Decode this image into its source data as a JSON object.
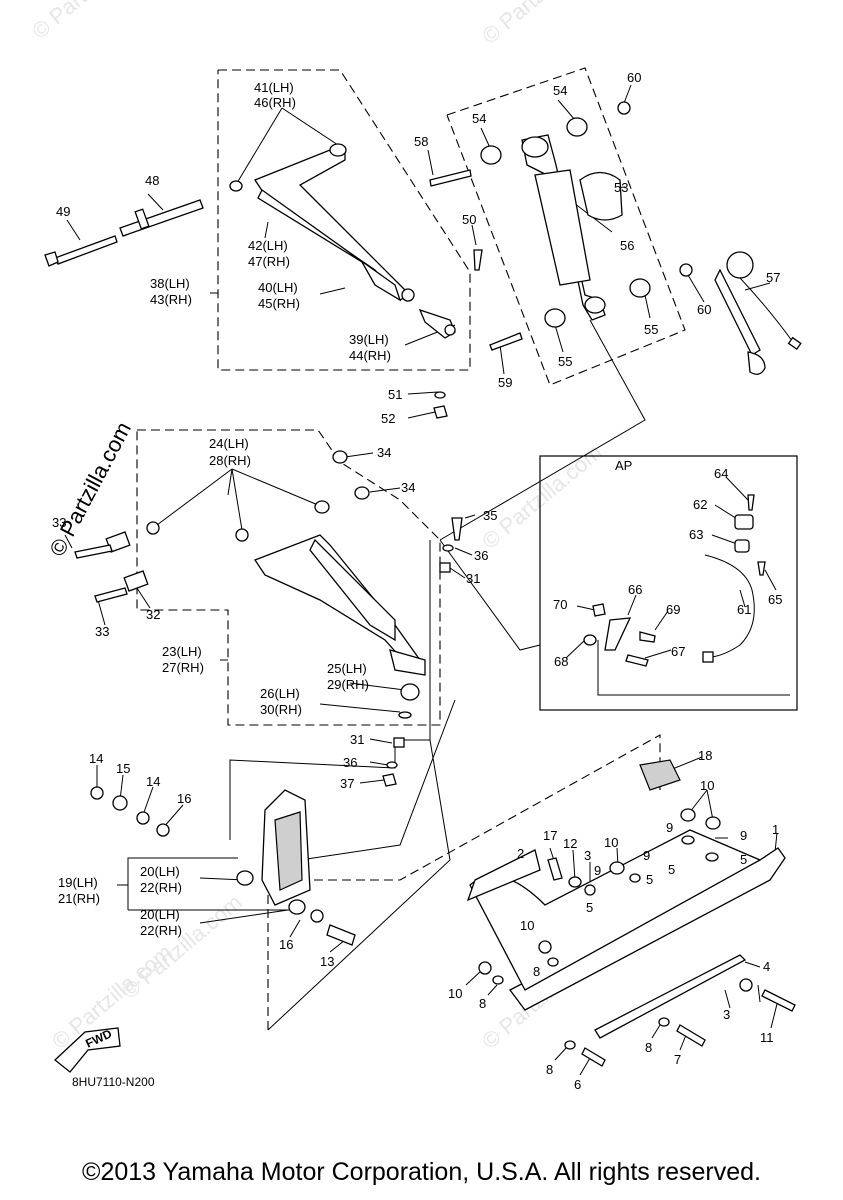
{
  "watermark": "© Partzilla.com",
  "watermark_main": "© Partzilla.com",
  "part_code": "8HU7110-N200",
  "fwd_label": "FWD",
  "ap_label": "AP",
  "copyright": "©2013 Yamaha Motor Corporation, U.S.A. All rights reserved.",
  "callouts": {
    "c1": "1",
    "c2": "2",
    "c3a": "3",
    "c3b": "3",
    "c4": "4",
    "c5a": "5",
    "c5b": "5",
    "c5c": "5",
    "c5d": "5",
    "c6": "6",
    "c7": "7",
    "c8a": "8",
    "c8b": "8",
    "c8c": "8",
    "c8d": "8",
    "c9a": "9",
    "c9b": "9",
    "c9c": "9",
    "c9d": "9",
    "c10a": "10",
    "c10b": "10",
    "c10c": "10",
    "c10d": "10",
    "c11": "11",
    "c12": "12",
    "c13": "13",
    "c14a": "14",
    "c14b": "14",
    "c15": "15",
    "c16a": "16",
    "c16b": "16",
    "c17": "17",
    "c18": "18",
    "c19": "19(LH)",
    "c21": "21(RH)",
    "c20a": "20(LH)",
    "c22a": "22(RH)",
    "c20b": "20(LH)",
    "c22b": "22(RH)",
    "c23": "23(LH)",
    "c27": "27(RH)",
    "c24": "24(LH)",
    "c28": "28(RH)",
    "c25": "25(LH)",
    "c29": "29(RH)",
    "c26": "26(LH)",
    "c30": "30(RH)",
    "c31a": "31",
    "c31b": "31",
    "c32": "32",
    "c33a": "33",
    "c33b": "33",
    "c34a": "34",
    "c34b": "34",
    "c35": "35",
    "c36a": "36",
    "c36b": "36",
    "c37": "37",
    "c38": "38(LH)",
    "c43": "43(RH)",
    "c39": "39(LH)",
    "c44": "44(RH)",
    "c40": "40(LH)",
    "c45": "45(RH)",
    "c41": "41(LH)",
    "c46": "46(RH)",
    "c42": "42(LH)",
    "c47": "47(RH)",
    "c48": "48",
    "c49": "49",
    "c50": "50",
    "c51": "51",
    "c52": "52",
    "c53": "53",
    "c54a": "54",
    "c54b": "54",
    "c55a": "55",
    "c55b": "55",
    "c56": "56",
    "c57": "57",
    "c58": "58",
    "c59": "59",
    "c60a": "60",
    "c60b": "60",
    "c61": "61",
    "c62": "62",
    "c63": "63",
    "c64": "64",
    "c65": "65",
    "c66": "66",
    "c67": "67",
    "c68": "68",
    "c69": "69",
    "c70": "70"
  }
}
